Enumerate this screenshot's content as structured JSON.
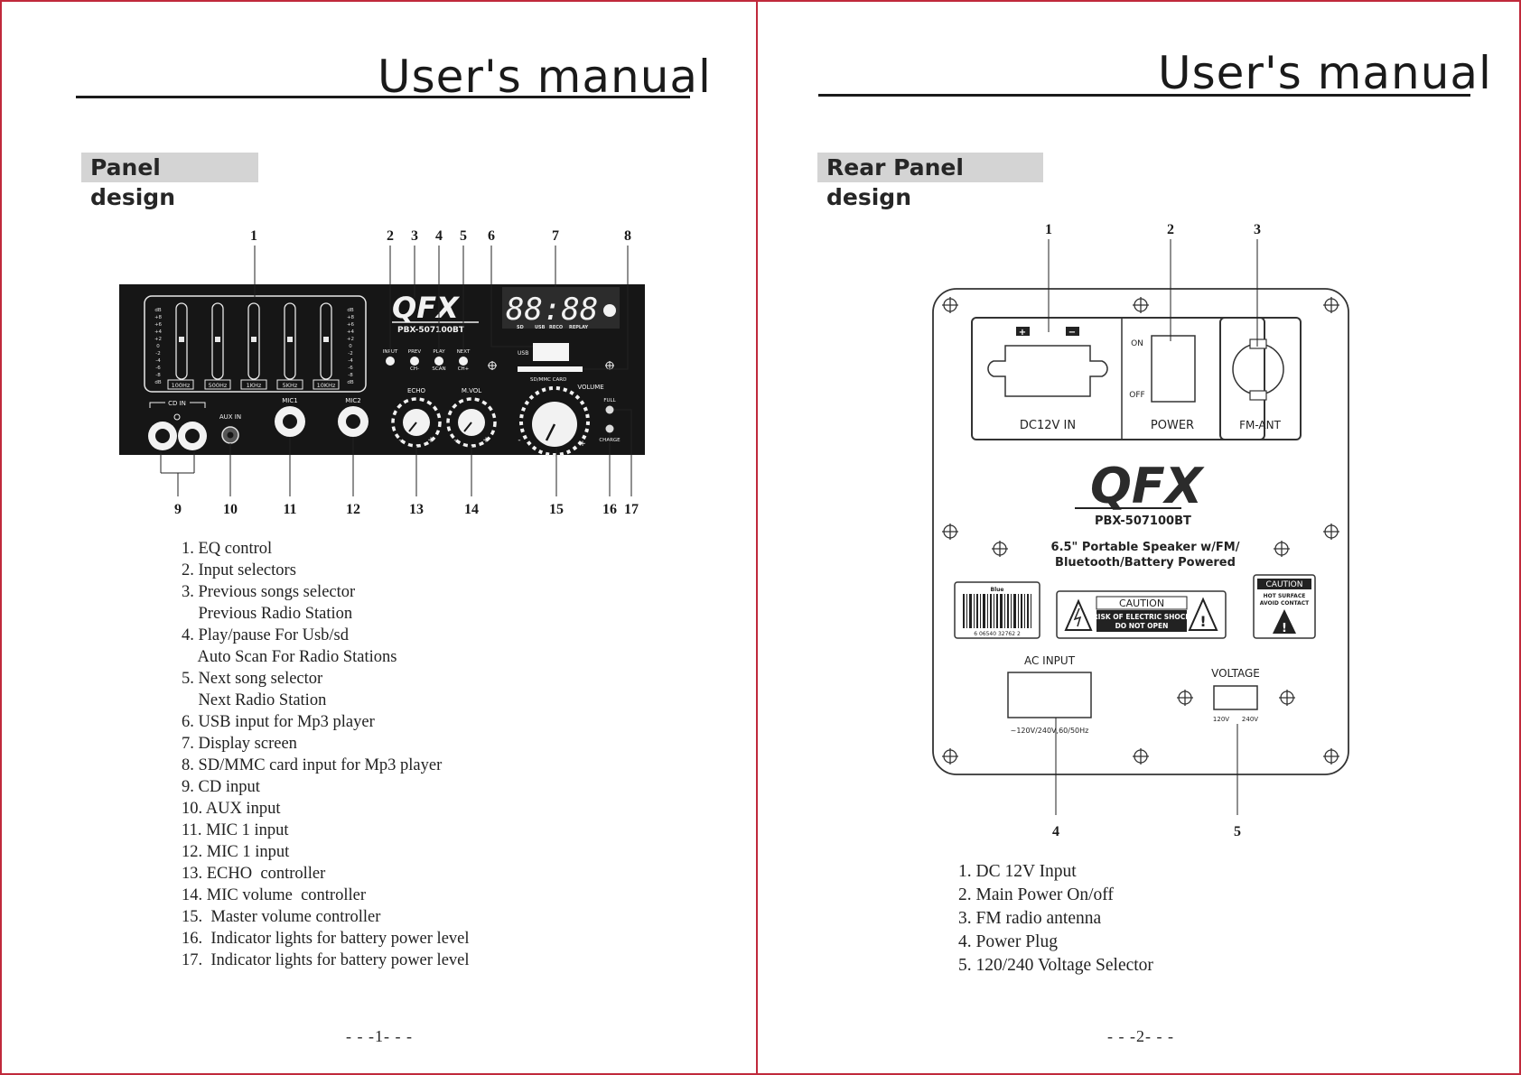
{
  "left": {
    "title": "User's manual",
    "section": "Panel design",
    "callout_numbers_top": [
      "1",
      "2",
      "3",
      "4",
      "5",
      "6",
      "7",
      "8"
    ],
    "callout_numbers_bottom": [
      "9",
      "10",
      "11",
      "12",
      "13",
      "14",
      "15",
      "16",
      "17"
    ],
    "panel": {
      "brand": "QFX",
      "model": "PBX-507100BT",
      "display": "88:88",
      "display_modes": [
        "SD",
        "USB",
        "RECO",
        "REPLAY"
      ],
      "eq_bands": [
        "100Hz",
        "500Hz",
        "1KHz",
        "5KHz",
        "10KHz"
      ],
      "eq_scale": [
        "dB",
        "+8",
        "+6",
        "+4",
        "+2",
        "0",
        "-2",
        "-4",
        "-6",
        "-8",
        "dB"
      ],
      "buttons": [
        {
          "top": "INPUT",
          "bottom": ""
        },
        {
          "top": "PREV",
          "bottom": "CH-"
        },
        {
          "top": "PLAY",
          "bottom": "SCAN"
        },
        {
          "top": "NEXT",
          "bottom": "CH+"
        }
      ],
      "usb_label": "USB",
      "card_label": "SD/MMC CARD",
      "cd_in_label": "CD IN",
      "aux_in_label": "AUX IN",
      "mic1_label": "MIC1",
      "mic2_label": "MIC2",
      "echo_label": "ECHO",
      "mvol_label": "M.VOL",
      "volume_label": "VOLUME",
      "full_label": "FULL",
      "charge_label": "CHARGE",
      "minus": "-",
      "plus": "+"
    },
    "items": [
      "1. EQ control",
      "2. Input selectors",
      "3. Previous songs selector",
      "    Previous Radio Station",
      "4. Play/pause For Usb/sd",
      "    Auto Scan For Radio Stations",
      "5. Next song selector",
      "    Next Radio Station",
      "6. USB input for Mp3 player",
      "7. Display screen",
      "8. SD/MMC card input for Mp3 player",
      "9. CD input",
      "10. AUX input",
      "11. MIC 1 input",
      "12. MIC 1 input",
      "13. ECHO  controller",
      "14. MIC volume  controller",
      "15.  Master volume controller",
      "16.  Indicator lights for battery power level",
      "17.  Indicator lights for battery power level"
    ],
    "page_number": "- - -1- - -"
  },
  "right": {
    "title": "User's manual",
    "section": "Rear Panel design",
    "callout_numbers_top": [
      "1",
      "2",
      "3"
    ],
    "callout_numbers_bottom": [
      "4",
      "5"
    ],
    "panel": {
      "dc_label": "DC12V  IN",
      "power_label": "POWER",
      "on_label": "ON",
      "off_label": "OFF",
      "fm_label": "FM-ANT",
      "plus_sign": "+",
      "minus_sign": "−",
      "brand": "QFX",
      "model": "PBX-507100BT",
      "desc_line1": "6.5\" Portable Speaker w/FM/",
      "desc_line2": "Bluetooth/Battery Powered",
      "barcode_top": "Blue",
      "barcode_digits": "6  06540  32762  2",
      "caution_title": "CAUTION",
      "caution_line1": "RISK OF ELECTRIC SHOCK",
      "caution_line2": "DO NOT OPEN",
      "caution2_title": "CAUTION",
      "caution2_line1": "HOT SURFACE",
      "caution2_line2": "AVOID CONTACT",
      "ac_label": "AC  INPUT",
      "ac_spec": "~120V/240V,60/50Hz",
      "voltage_label": "VOLTAGE",
      "v120": "120V",
      "v240": "240V"
    },
    "items": [
      "1. DC 12V Input",
      "2. Main Power On/off",
      "3. FM radio antenna",
      "4. Power Plug",
      "5. 120/240 Voltage Selector"
    ],
    "page_number": "- - -2- - -"
  }
}
